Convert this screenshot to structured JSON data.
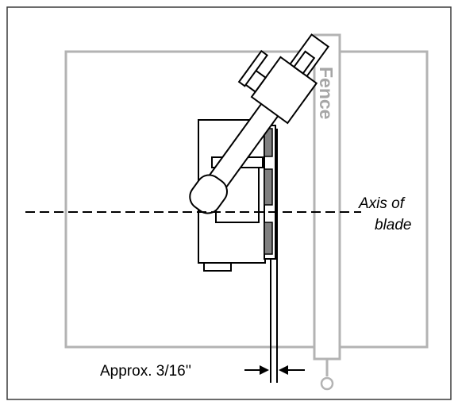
{
  "labels": {
    "fence": "Fence",
    "axis_line1": "Axis of",
    "axis_line2": "blade",
    "gap": "Approx. 3/16''"
  },
  "colors": {
    "ink": "#000000",
    "table": "#b3b3b3",
    "fence": "#b3b3b3",
    "fence_text": "#a6a6a6",
    "blade_block": "#808080",
    "frame": "#3a3a3a"
  }
}
